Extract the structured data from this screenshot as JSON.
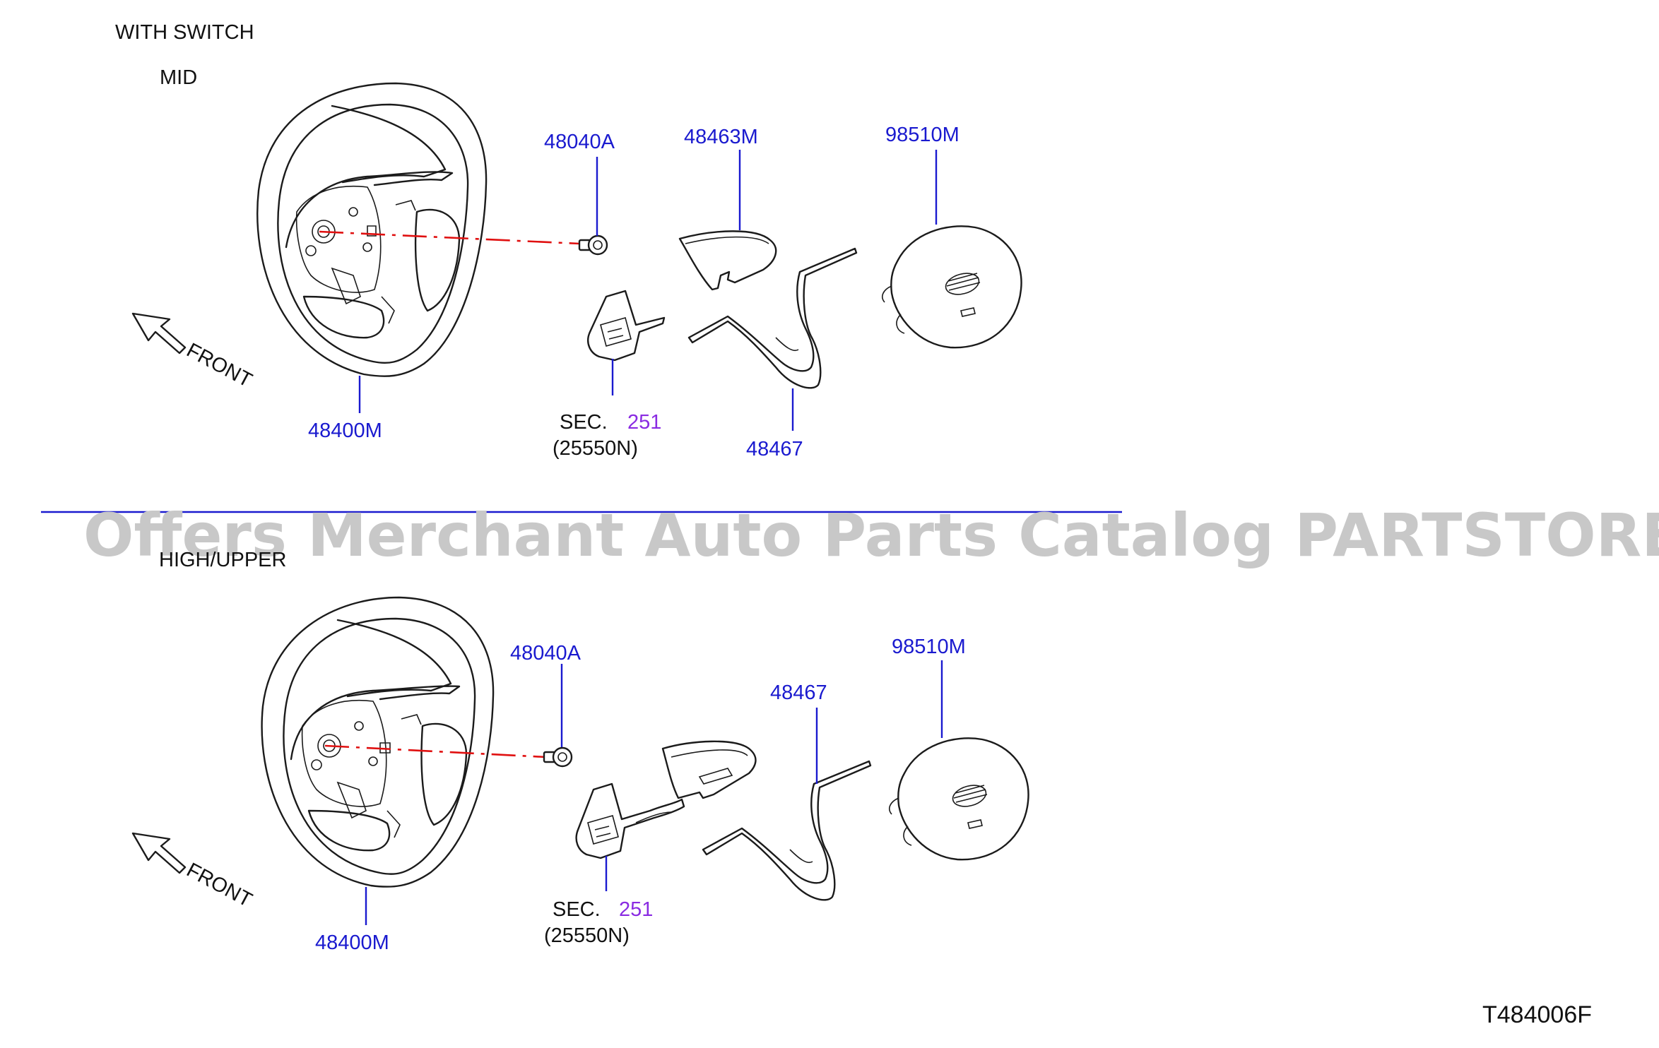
{
  "header": {
    "line1": "WITH  SWITCH",
    "line2": "MID"
  },
  "lower_section": {
    "title": "HIGH/UPPER"
  },
  "watermark": "Offers Merchant Auto Parts Catalog PARTSTORE.SA",
  "diagram_code": "T484006F",
  "top_view": {
    "front_label": "FRONT",
    "callouts": {
      "wheel": "48400M",
      "bolt": "48040A",
      "lower_cover": "48463M",
      "airbag": "98510M",
      "finisher": "48467",
      "switch_sec": "SEC.",
      "switch_sec_num": "251",
      "switch_part": "(25550N)"
    }
  },
  "bottom_view": {
    "front_label": "FRONT",
    "callouts": {
      "wheel": "48400M",
      "bolt": "48040A",
      "finisher": "48467",
      "airbag": "98510M",
      "switch_sec": "SEC.",
      "switch_sec_num": "251",
      "switch_part": "(25550N)"
    }
  },
  "colors": {
    "callout_blue": "#1a1acf",
    "section_purple": "#8a2be2",
    "axis_red": "#e01010",
    "watermark_gray": "#c8c8c8",
    "linework": "#1b1b1b"
  }
}
